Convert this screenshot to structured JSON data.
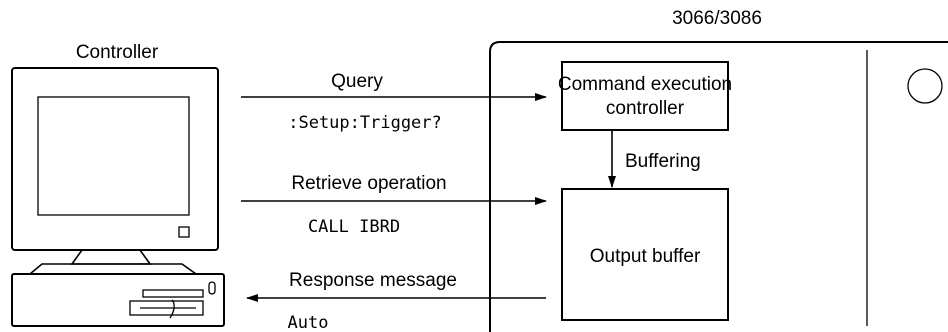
{
  "controller": {
    "title": "Controller"
  },
  "instrument": {
    "title": "3066/3086",
    "command_block": {
      "line1": "Command execution",
      "line2": "controller"
    },
    "output_block": {
      "label": "Output buffer"
    },
    "buffering_label": "Buffering"
  },
  "messages": [
    {
      "label": "Query",
      "command": ":Setup:Trigger?",
      "direction": "to-instrument"
    },
    {
      "label": "Retrieve operation",
      "command": "CALL IBRD",
      "direction": "to-instrument"
    },
    {
      "label": "Response message",
      "command": "Auto",
      "direction": "to-controller"
    }
  ]
}
